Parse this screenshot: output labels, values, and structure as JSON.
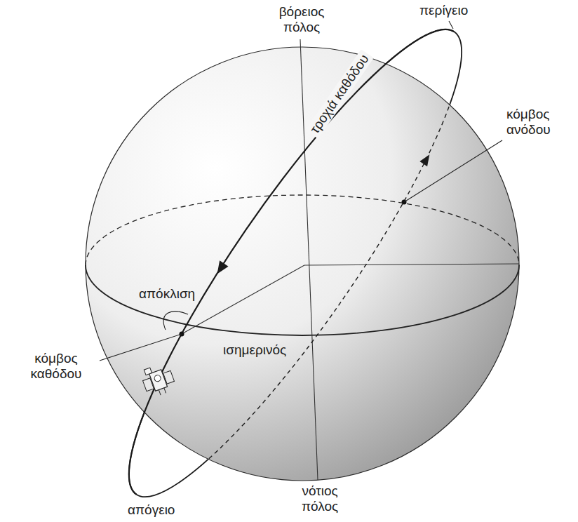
{
  "diagram": {
    "labels": [
      "βόρειος πόλος",
      "περίγειο",
      "τροχιά καθόδου",
      "κόμβος ανόδου",
      "απόκλιση",
      "κόμβος καθόδου",
      "ισημερινός",
      "νότιος πόλος",
      "απόγειο"
    ]
  }
}
